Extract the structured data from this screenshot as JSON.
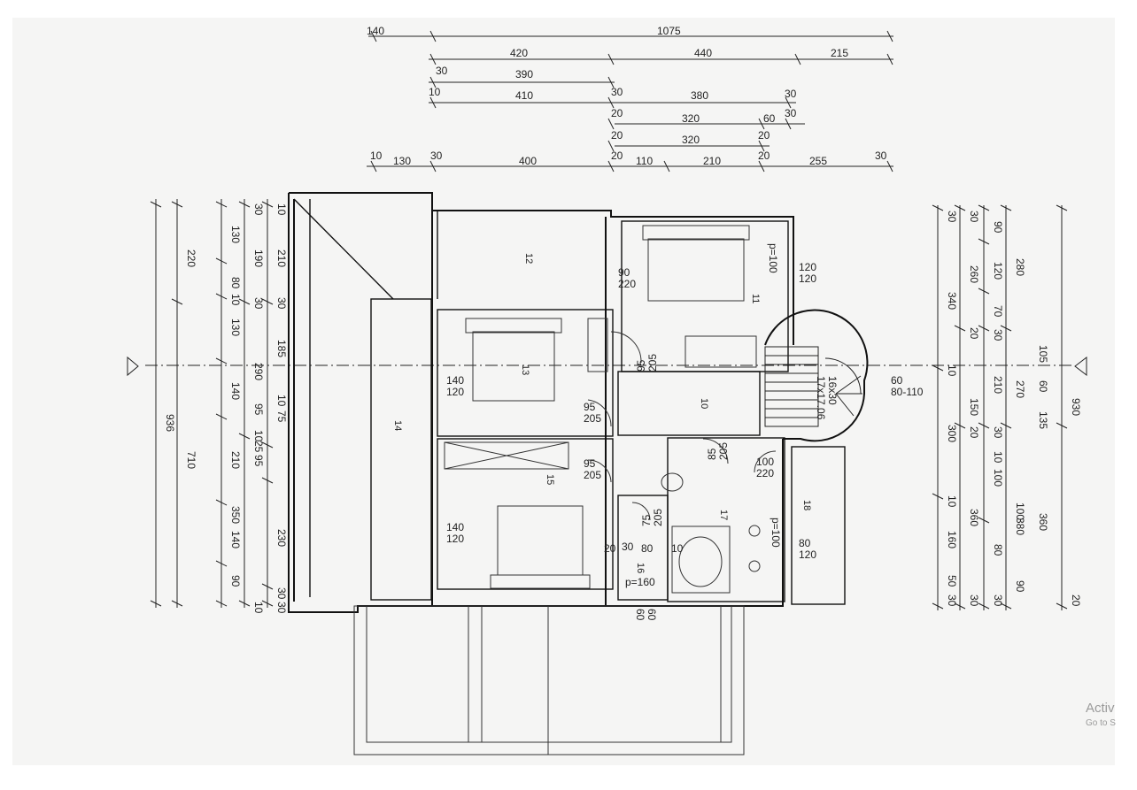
{
  "dimensions": {
    "top_rows": [
      [
        "140",
        "1075"
      ],
      [
        "420",
        "440",
        "215"
      ],
      [
        "30",
        "390"
      ],
      [
        "10",
        "410",
        "30",
        "380",
        "30"
      ],
      [
        "20",
        "320",
        "60",
        "30"
      ],
      [
        "20",
        "320",
        "20"
      ],
      [
        "10",
        "130",
        "30",
        "400",
        "20",
        "110",
        "210",
        "20",
        "255",
        "30"
      ]
    ],
    "left_columns": [
      [
        "936"
      ],
      [
        "220",
        "710"
      ],
      [
        "130",
        "80",
        "10",
        "130",
        "140",
        "210",
        "350",
        "140",
        "90"
      ],
      [
        "30",
        "190",
        "30",
        "290",
        "95",
        "10",
        "25",
        "95"
      ],
      [
        "10",
        "210",
        "30",
        "185",
        "10",
        "75",
        "230",
        "30",
        "30",
        "10"
      ]
    ],
    "right_columns": [
      [
        "30",
        "340",
        "10",
        "300",
        "10",
        "160",
        "50",
        "30"
      ],
      [
        "30",
        "260",
        "20",
        "150",
        "20",
        "360",
        "30"
      ],
      [
        "90",
        "120",
        "70",
        "30",
        "210",
        "30",
        "10",
        "100",
        "80",
        "30"
      ],
      [
        "280",
        "105",
        "270",
        "60",
        "135",
        "100",
        "380",
        "90",
        "20"
      ],
      [
        "930",
        "360"
      ]
    ]
  },
  "openings": [
    "90\n220",
    "120\n120",
    "p=100",
    "95\n205",
    "140\n120",
    "95\n205",
    "95\n205",
    "140\n120",
    "75\n205",
    "85\n205",
    "100\n220",
    "p=100",
    "80\n120",
    "30",
    "80",
    "20",
    "10",
    "p=160",
    "60\n60",
    "16x30\n17x17.06",
    "60\n80-110"
  ],
  "rooms": [
    "11",
    "12",
    "13",
    "14",
    "15",
    "10",
    "16",
    "17",
    "18"
  ],
  "watermark": {
    "title": "Activ",
    "subtitle": "Go to S"
  }
}
